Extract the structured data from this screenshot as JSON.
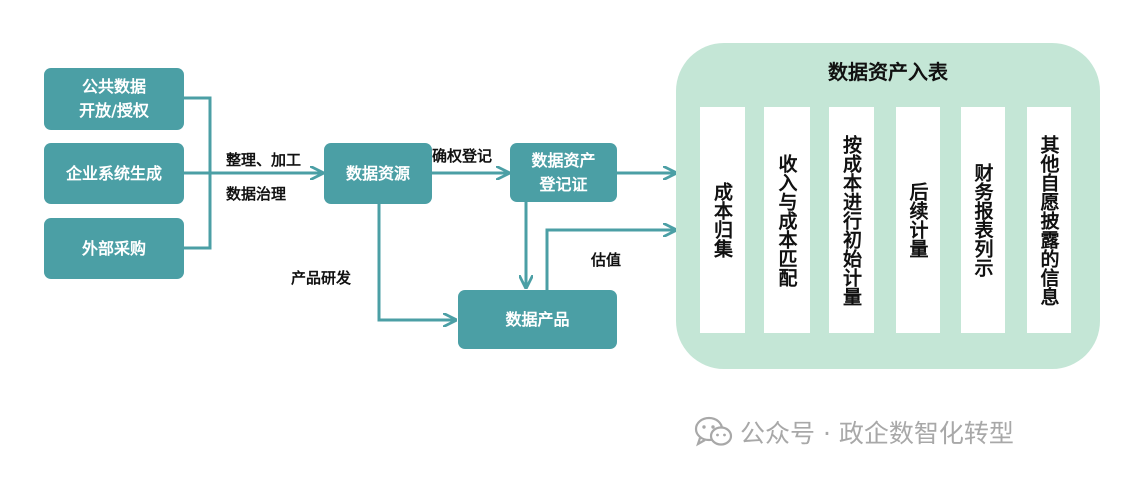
{
  "sources": [
    {
      "label": "公共数据\n开放/授权"
    },
    {
      "label": "企业系统生成"
    },
    {
      "label": "外部采购"
    }
  ],
  "process_labels": {
    "top": "整理、加工",
    "bottom": "数据治理"
  },
  "data_resource": "数据资源",
  "confirm_label": "确权登记",
  "certificate": "数据资产\n登记证",
  "product_dev_label": "产品研发",
  "valuation_label": "估值",
  "data_product": "数据产品",
  "panel": {
    "title": "数据资产入表",
    "steps": [
      "成本归集",
      "收入与成本匹配",
      "按成本进行初始计量",
      "后续计量",
      "财务报表列示",
      "其他自愿披露的信息"
    ]
  },
  "watermark": {
    "text": "公众号 · 政企数智化转型",
    "icon": "wechat-icon"
  },
  "colors": {
    "box": "#4b9fa5",
    "panel": "#c4e6d6",
    "arrow": "#4b9fa5",
    "watermark": "#a8a8a8"
  }
}
